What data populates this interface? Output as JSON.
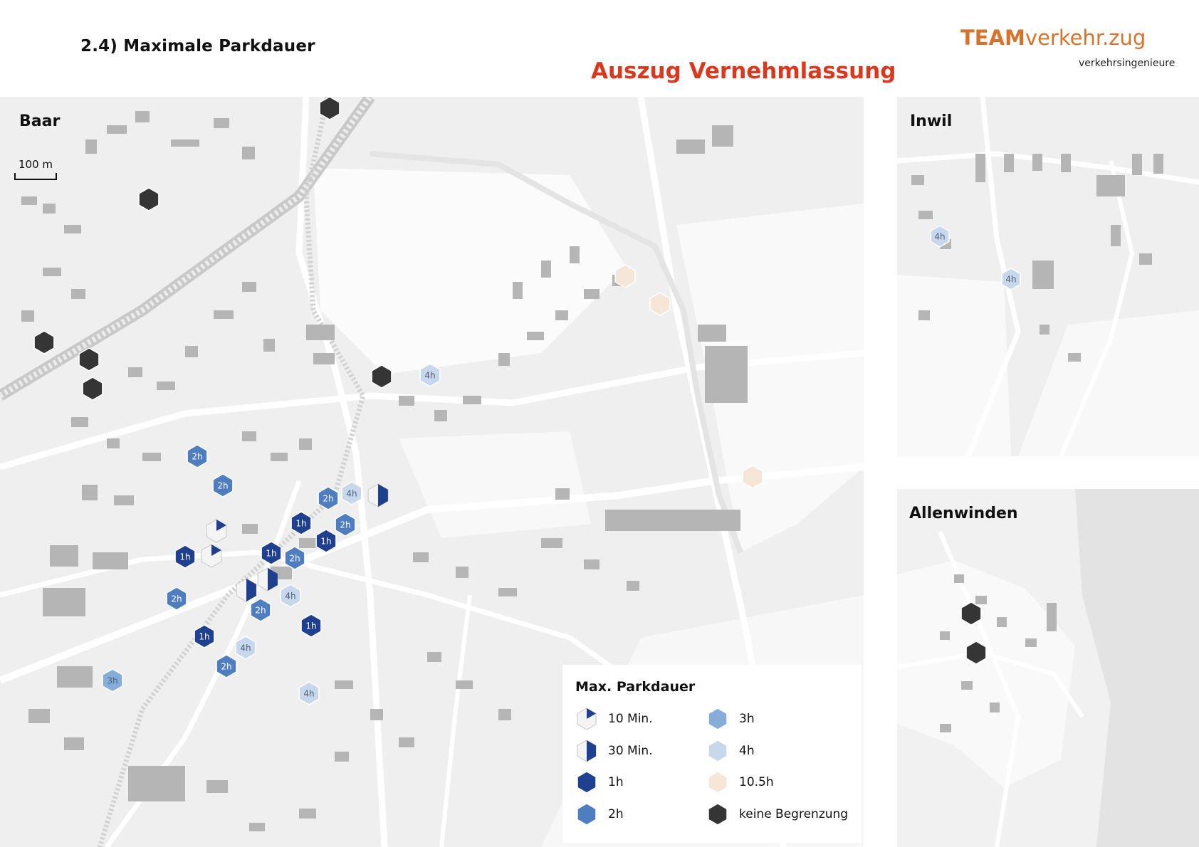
{
  "header": {
    "title": "2.4) Maximale Parkdauer",
    "subtitle": "Auszug Vernehmlassung",
    "logo_bold": "TEAM",
    "logo_rest": "verkehr.zug",
    "logo_tagline": "verkehrsingenieure"
  },
  "panels": {
    "baar": {
      "label": "Baar",
      "scale_label": "100 m"
    },
    "inwil": {
      "label": "Inwil"
    },
    "allenwinden": {
      "label": "Allenwinden"
    }
  },
  "legend": {
    "title": "Max. Parkdauer",
    "items": [
      {
        "key": "10min",
        "label": "10 Min."
      },
      {
        "key": "30min",
        "label": "30 Min."
      },
      {
        "key": "1h",
        "label": "1h"
      },
      {
        "key": "2h",
        "label": "2h"
      },
      {
        "key": "3h",
        "label": "3h"
      },
      {
        "key": "4h",
        "label": "4h"
      },
      {
        "key": "10_5h",
        "label": "10.5h"
      },
      {
        "key": "none",
        "label": "keine Begrenzung"
      }
    ]
  },
  "colors": {
    "1h": "#1f3f8f",
    "2h": "#4f7ec0",
    "3h": "#86add8",
    "4h": "#c8d8ec",
    "10_5h": "#f6e6d8",
    "none": "#353535",
    "accent_red": "#d9391f",
    "logo_orange": "#d7732c"
  },
  "icons": {
    "marker": "hexagon-icon",
    "10min": "quarter-wedge-hexagon-icon",
    "30min": "half-filled-hexagon-icon"
  },
  "markers": {
    "baar": [
      {
        "category": "none"
      },
      {
        "category": "none"
      },
      {
        "category": "none"
      },
      {
        "category": "none"
      },
      {
        "category": "none"
      },
      {
        "category": "none"
      },
      {
        "category": "4h",
        "label": "4h"
      },
      {
        "category": "10_5h"
      },
      {
        "category": "10_5h"
      },
      {
        "category": "10_5h"
      },
      {
        "category": "2h",
        "label": "2h"
      },
      {
        "category": "2h",
        "label": "2h"
      },
      {
        "category": "2h",
        "label": "2h"
      },
      {
        "category": "4h",
        "label": "4h"
      },
      {
        "category": "30min"
      },
      {
        "category": "1h",
        "label": "1h"
      },
      {
        "category": "2h",
        "label": "2h"
      },
      {
        "category": "1h",
        "label": "1h"
      },
      {
        "category": "10min"
      },
      {
        "category": "1h",
        "label": "1h"
      },
      {
        "category": "10min"
      },
      {
        "category": "1h",
        "label": "1h"
      },
      {
        "category": "2h",
        "label": "2h"
      },
      {
        "category": "30min"
      },
      {
        "category": "30min"
      },
      {
        "category": "4h",
        "label": "4h"
      },
      {
        "category": "2h",
        "label": "2h"
      },
      {
        "category": "2h",
        "label": "2h"
      },
      {
        "category": "1h",
        "label": "1h"
      },
      {
        "category": "1h",
        "label": "1h"
      },
      {
        "category": "4h",
        "label": "4h"
      },
      {
        "category": "2h",
        "label": "2h"
      },
      {
        "category": "3h",
        "label": "3h"
      },
      {
        "category": "4h",
        "label": "4h"
      }
    ],
    "inwil": [
      {
        "category": "4h",
        "label": "4h"
      },
      {
        "category": "4h",
        "label": "4h"
      }
    ],
    "allenwinden": [
      {
        "category": "none"
      },
      {
        "category": "none"
      }
    ]
  }
}
